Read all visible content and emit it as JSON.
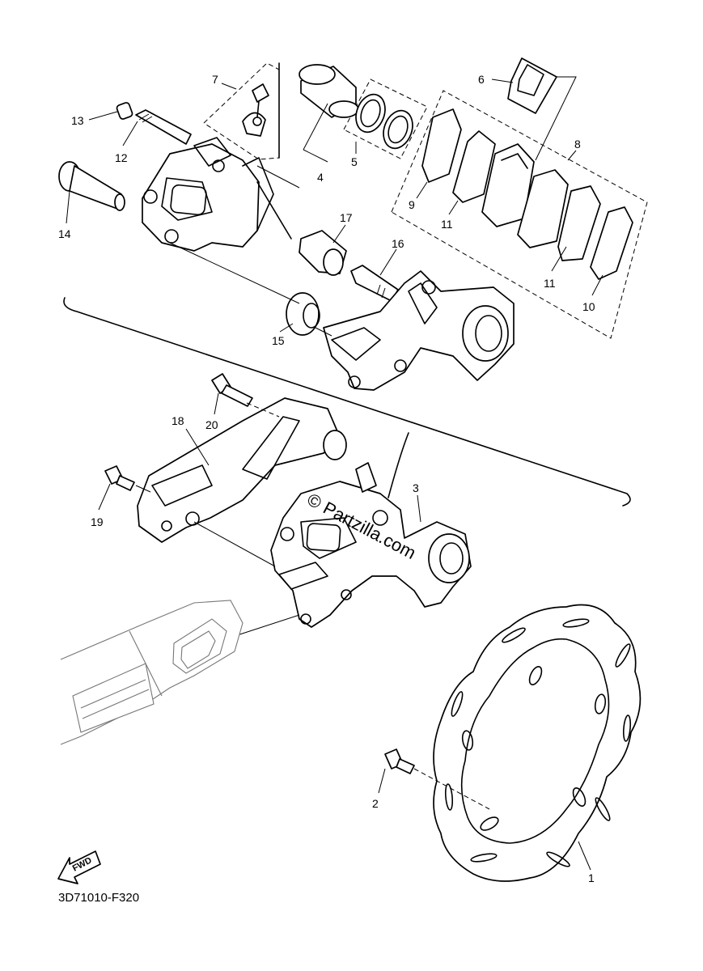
{
  "diagram": {
    "callouts": [
      {
        "id": "1",
        "label": "1"
      },
      {
        "id": "2",
        "label": "2"
      },
      {
        "id": "3",
        "label": "3"
      },
      {
        "id": "4",
        "label": "4"
      },
      {
        "id": "5",
        "label": "5"
      },
      {
        "id": "6",
        "label": "6"
      },
      {
        "id": "7",
        "label": "7"
      },
      {
        "id": "8",
        "label": "8"
      },
      {
        "id": "9",
        "label": "9"
      },
      {
        "id": "10",
        "label": "10"
      },
      {
        "id": "11a",
        "label": "11"
      },
      {
        "id": "11b",
        "label": "11"
      },
      {
        "id": "12",
        "label": "12"
      },
      {
        "id": "13",
        "label": "13"
      },
      {
        "id": "14",
        "label": "14"
      },
      {
        "id": "15",
        "label": "15"
      },
      {
        "id": "16",
        "label": "16"
      },
      {
        "id": "17",
        "label": "17"
      },
      {
        "id": "18",
        "label": "18"
      },
      {
        "id": "19",
        "label": "19"
      },
      {
        "id": "20",
        "label": "20"
      }
    ],
    "fwd_label": "FWD",
    "watermark": "© Partzilla.com",
    "diagram_code": "3D71010-F320"
  }
}
